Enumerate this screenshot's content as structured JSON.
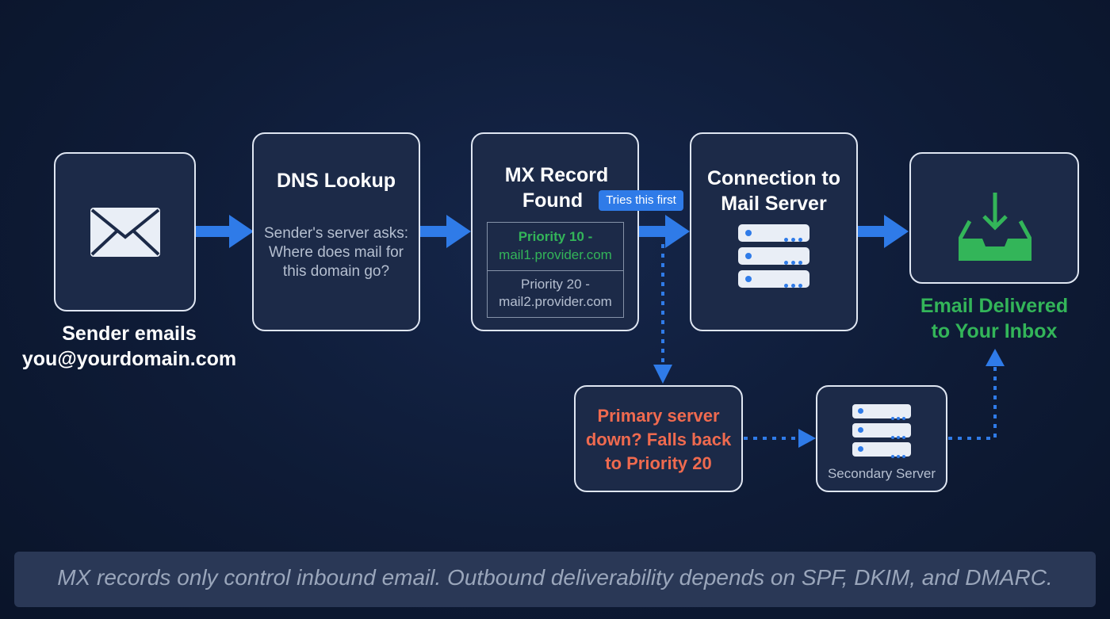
{
  "steps": {
    "sender": {
      "icon": "envelope-icon",
      "caption_line1": "Sender emails",
      "caption_line2": "you@yourdomain.com"
    },
    "dns": {
      "title": "DNS Lookup",
      "body_line1": "Sender's server asks:",
      "body_line2": "Where does mail for",
      "body_line3": "this domain go?"
    },
    "mx": {
      "title_line1": "MX Record",
      "title_line2": "Found",
      "callout": "Tries this first",
      "records": [
        {
          "priority": "Priority 10 -",
          "host": "mail1.provider.com"
        },
        {
          "priority": "Priority 20 -",
          "host": "mail2.provider.com"
        }
      ]
    },
    "connection": {
      "title_line1": "Connection to",
      "title_line2": "Mail Server",
      "icon": "server-icon"
    },
    "inbox": {
      "icon": "inbox-download-icon",
      "caption_line1": "Email Delivered",
      "caption_line2": "to Your Inbox"
    },
    "fallback": {
      "line1": "Primary server",
      "line2": "down? Falls back",
      "line3": "to Priority 20"
    },
    "secondary": {
      "label": "Secondary Server",
      "icon": "server-icon"
    }
  },
  "footer": {
    "note": "MX records only control inbound email. Outbound deliverability depends on SPF, DKIM, and DMARC."
  },
  "colors": {
    "background": "#0e1b36",
    "card": "#1c2a48",
    "accent_blue": "#2f7be8",
    "success_green": "#33b559",
    "warning_orange": "#ef6a4f"
  }
}
